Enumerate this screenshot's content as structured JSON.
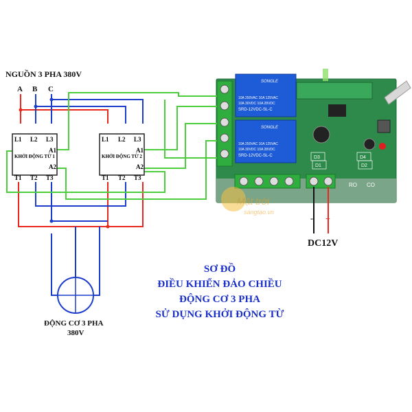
{
  "source": {
    "title": "NGUỒN 3 PHA 380V",
    "phases": [
      "A",
      "B",
      "C"
    ]
  },
  "contactor1": {
    "label": "KHỞI ĐỘNG TỪ 1",
    "line_terminals": [
      "L1",
      "L2",
      "L3"
    ],
    "load_terminals": [
      "T1",
      "T2",
      "T3"
    ],
    "coil_terminals": [
      "A1",
      "A2"
    ]
  },
  "contactor2": {
    "label": "KHỞI ĐỘNG TỪ 2",
    "line_terminals": [
      "L1",
      "L2",
      "L3"
    ],
    "load_terminals": [
      "T1",
      "T2",
      "T3"
    ],
    "coil_terminals": [
      "A1",
      "A2"
    ]
  },
  "motor": {
    "label_line1": "ĐỘNG CƠ 3 PHA",
    "label_line2": "380V"
  },
  "module": {
    "relay_brand": "SONGLE",
    "relay_rating_1": "10A 250VAC 10A 125VAC",
    "relay_rating_2": "10A 30VDC 10A 28VDC",
    "relay_model": "SRD-12VDC-SL-C",
    "d1": "D1",
    "d2": "D2",
    "d3": "D3",
    "d4": "D4",
    "ro_label": "RO",
    "co_label": "CO",
    "minus": "-",
    "plus": "+"
  },
  "dc": {
    "label": "DC12V"
  },
  "caption": {
    "line1": "SƠ ĐỒ",
    "line2": "ĐIỀU KHIỂN ĐẢO CHIỀU",
    "line3": "ĐỘNG CƠ 3 PHA",
    "line4": "SỬ DỤNG KHỞI ĐỘNG TỪ"
  },
  "watermark": {
    "line1": "Mặt trời",
    "line2": "sángtạo.vn"
  },
  "colors": {
    "phase_a": "#e8281c",
    "phase_b": "#1c3ccc",
    "phase_c": "#1c3ccc",
    "control": "#4ccd3c",
    "pcb": "#2d8a4a",
    "relay": "#1e5bd6",
    "caption": "#1a2fc8",
    "watermark": "#f0a020"
  }
}
